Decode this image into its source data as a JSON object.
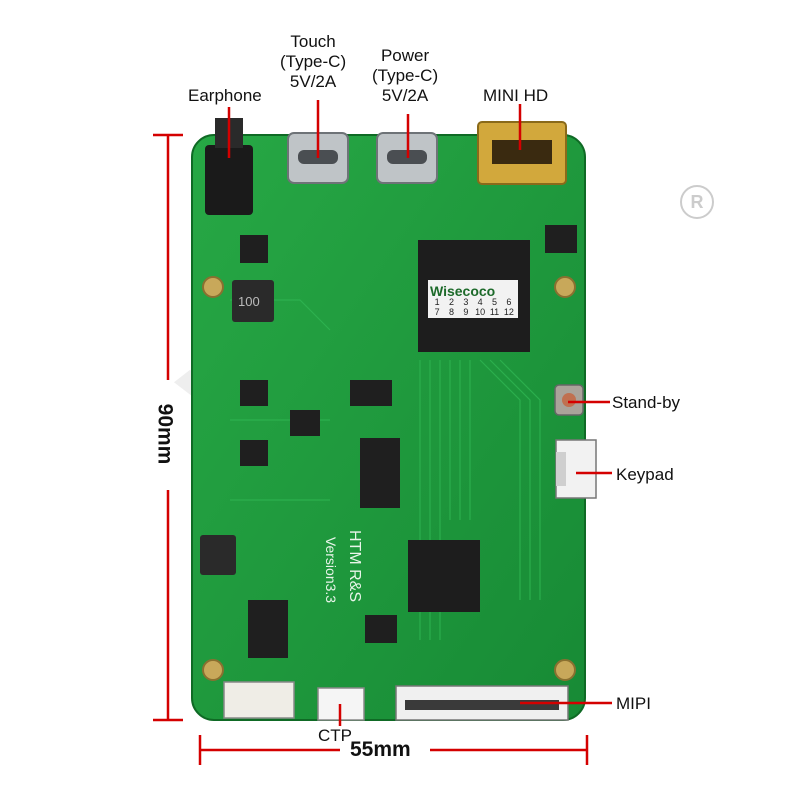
{
  "labels": {
    "earphone": "Earphone",
    "touch": [
      "Touch",
      "(Type-C)",
      "5V/2A"
    ],
    "power": [
      "Power",
      "(Type-C)",
      "5V/2A"
    ],
    "mini_hd": "MINI HD",
    "standby": "Stand-by",
    "keypad": "Keypad",
    "mipi": "MIPI",
    "ctp": "CTP"
  },
  "dimensions": {
    "height": "90mm",
    "width": "55mm"
  },
  "board": {
    "silkscreen_1": "HTM R&S",
    "silkscreen_2": "Version3.3",
    "chip_brand": "Wisecoco",
    "chip_grid": [
      "1",
      "2",
      "3",
      "4",
      "5",
      "6",
      "7",
      "8",
      "9",
      "10",
      "11",
      "12"
    ],
    "inductor_label": "100"
  },
  "colors": {
    "pcb": "#1f9a3e",
    "pcb_dark": "#137a2c",
    "accent": "#d40000"
  }
}
